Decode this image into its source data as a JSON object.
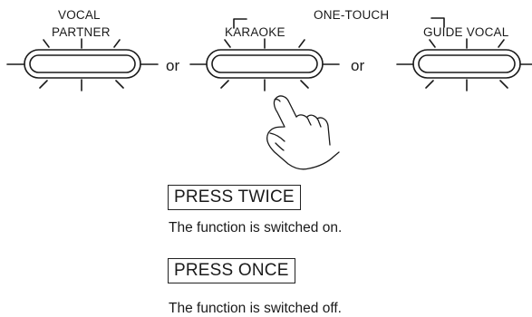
{
  "buttons": [
    {
      "label_line1": "VOCAL",
      "label_line2": "PARTNER"
    },
    {
      "label": "KARAOKE"
    },
    {
      "label": "GUIDE VOCAL"
    }
  ],
  "group_label": "ONE-TOUCH",
  "separators": [
    "or",
    "or"
  ],
  "instructions": [
    {
      "press": "PRESS TWICE",
      "result": "The function is switched on."
    },
    {
      "press": "PRESS ONCE",
      "result": "The function is switched off."
    }
  ],
  "icons": [
    "pressing-hand-icon"
  ]
}
